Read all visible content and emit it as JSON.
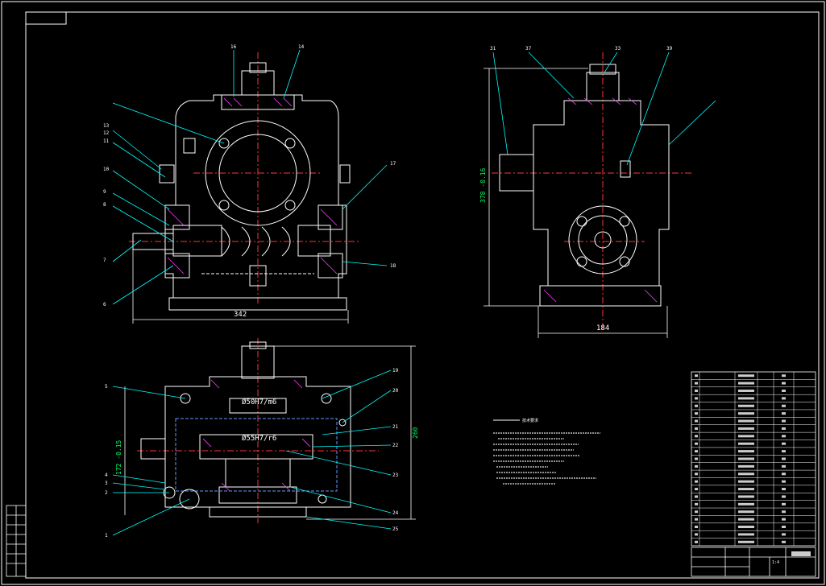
{
  "drawing": {
    "background": "#000000",
    "colors": {
      "outline": "#ffffff",
      "centerline": "#ff3333",
      "leader": "#00ffff",
      "hatch": "#ff40ff",
      "dimension": "#00ff66",
      "hidden": "#6699ff"
    },
    "title_tab": "",
    "front_view": {
      "width_dim": "342",
      "callouts": [
        "16",
        "14",
        "13",
        "12",
        "11",
        "10",
        "9",
        "8",
        "7",
        "6",
        "17",
        "18"
      ]
    },
    "side_view": {
      "height_dim": "378 -0.16",
      "width_dim": "184",
      "callouts": [
        "31",
        "37",
        "33",
        "39"
      ]
    },
    "top_view": {
      "height_dim": "260",
      "side_dim": "172 -0.15",
      "fit_upper": "Ø50H7/m6",
      "fit_lower": "Ø55H7/r6",
      "callouts": [
        "5",
        "4",
        "3",
        "2",
        "1",
        "19",
        "20",
        "21",
        "22",
        "23",
        "24",
        "25"
      ]
    },
    "notes_title": "技术要求",
    "parts_list": {
      "row_count": 23,
      "col_count": 6
    },
    "title_block": {
      "scale": "1:4"
    }
  }
}
